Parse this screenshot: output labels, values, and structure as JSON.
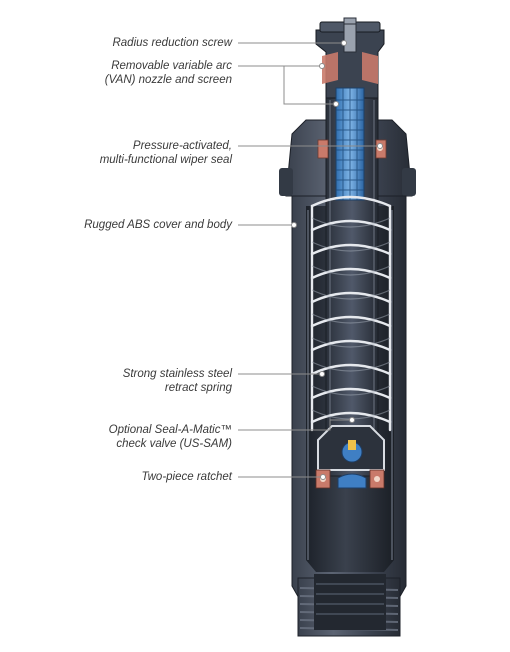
{
  "callouts": {
    "radius_screw": [
      "Radius reduction screw"
    ],
    "van_nozzle": [
      "Removable variable arc",
      "(VAN) nozzle and screen"
    ],
    "wiper_seal": [
      "Pressure-activated,",
      "multi-functional wiper seal"
    ],
    "cover_body": [
      "Rugged ABS cover and body"
    ],
    "spring": [
      "Strong stainless steel",
      "retract spring"
    ],
    "check_valve": [
      "Optional Seal-A-Matic™",
      "check valve (US-SAM)"
    ],
    "ratchet": [
      "Two-piece ratchet"
    ]
  },
  "colors": {
    "body_dark": "#2f3540",
    "body_mid": "#4b5361",
    "body_light": "#737c8a",
    "interior": "#1f242c",
    "spring": "#e6e9ee",
    "nozzle_blue": "#4a8fd0",
    "leader": "#8c8c8c",
    "seal_red": "#c97a6a",
    "valve_blue": "#3f7fc4"
  }
}
